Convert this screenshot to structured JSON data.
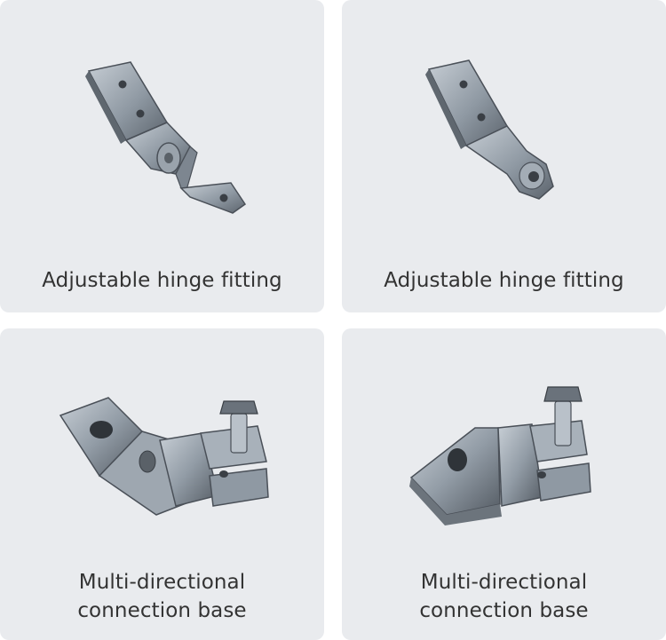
{
  "cards": [
    {
      "label": "Adjustable hinge fitting"
    },
    {
      "label": "Adjustable hinge fitting"
    },
    {
      "label_line1": "Multi-directional",
      "label_line2": "connection base"
    },
    {
      "label_line1": "Multi-directional",
      "label_line2": "connection base"
    }
  ],
  "colors": {
    "card_background": "#e9ebee",
    "text": "#333333",
    "metal_light": "#b9c1c9",
    "metal_mid": "#8a949e",
    "metal_dark": "#4a5058"
  }
}
